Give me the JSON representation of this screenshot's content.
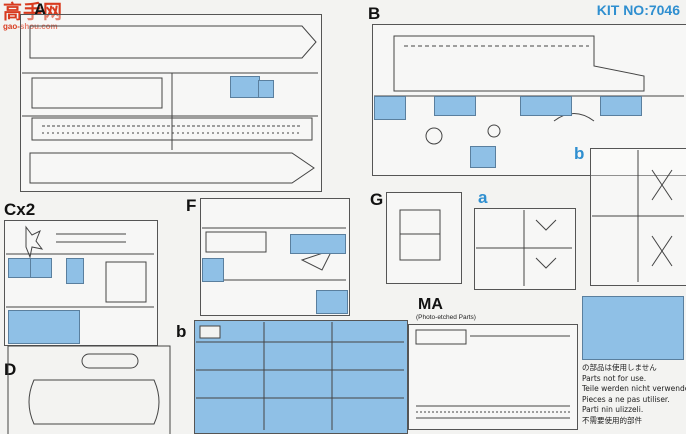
{
  "header": {
    "logo_text": "高手网",
    "logo_url": "gao-shou.com",
    "kit_number": "KIT NO:7046"
  },
  "sprues": {
    "a_upper": "A",
    "b_upper": "B",
    "cx2": "Cx2",
    "d": "D",
    "f": "F",
    "g": "G",
    "a_lower": "a",
    "b_right": "b",
    "b_lower": "b",
    "ma": "MA",
    "ma_sub": "(Photo-etched Parts)"
  },
  "not_for_use": {
    "lines": [
      "の部品は使用しません",
      "Parts not for use.",
      "Teile werden nicht verwendet.",
      "Pieces a ne pas utiliser.",
      "Parti nin ulizzeli.",
      "不需要使用的部件"
    ],
    "color": "#8fc0e6"
  },
  "colors": {
    "highlight": "#8fc0e6",
    "label_blue": "#2f8fd0",
    "logo_red": "#d83a1e"
  }
}
